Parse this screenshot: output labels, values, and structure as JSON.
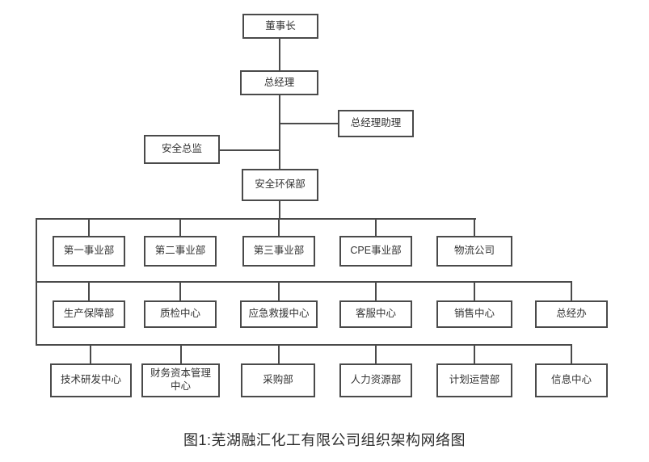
{
  "diagram": {
    "line_color": "#4a4a4a",
    "nodes": {
      "chairman": "董事长",
      "general_manager": "总经理",
      "gm_assistant": "总经理助理",
      "safety_director": "安全总监",
      "safety_env_dept": "安全环保部",
      "row1": [
        "第一事业部",
        "第二事业部",
        "第三事业部",
        "CPE事业部",
        "物流公司"
      ],
      "row2": [
        "生产保障部",
        "质检中心",
        "应急救援中心",
        "客服中心",
        "销售中心",
        "总经办"
      ],
      "row3": [
        "技术研发中心",
        "财务资本管理中心",
        "采购部",
        "人力资源部",
        "计划运营部",
        "信息中心"
      ]
    }
  },
  "caption": "图1:芜湖融汇化工有限公司组织架构网络图"
}
